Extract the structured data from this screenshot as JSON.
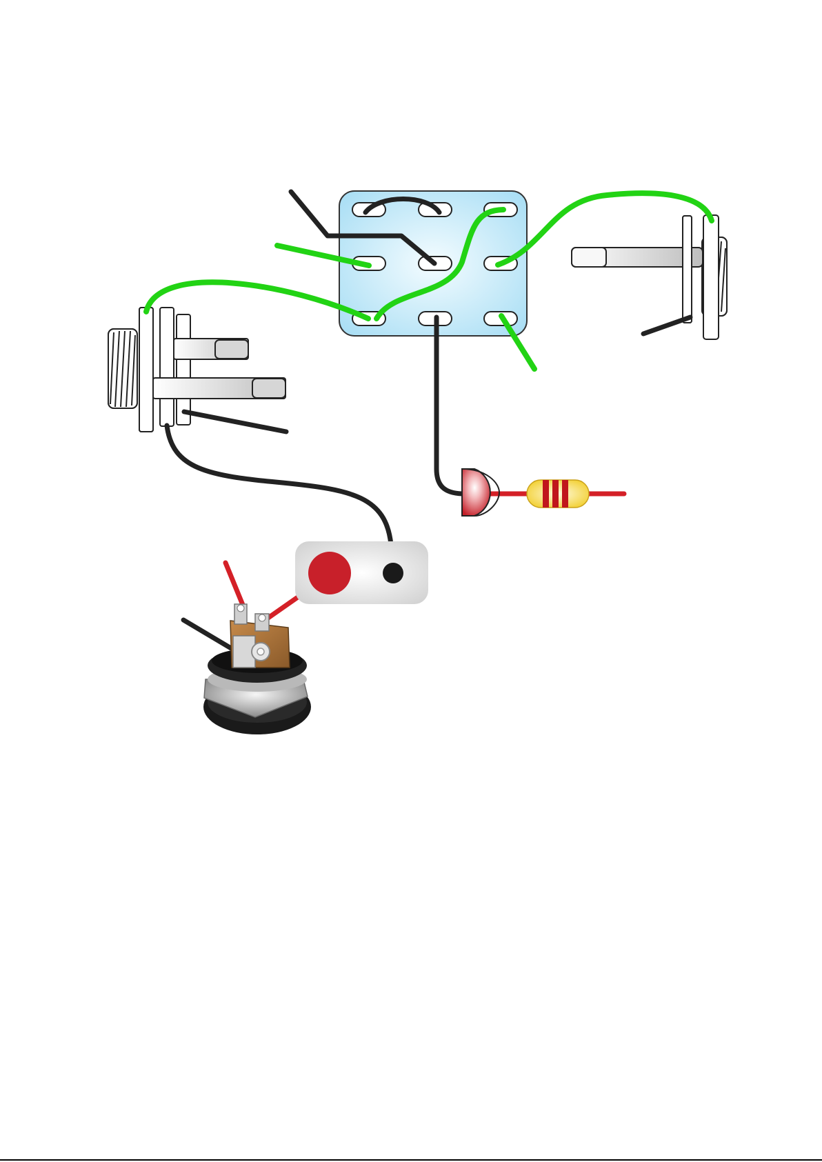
{
  "colors": {
    "background": "#ffffff",
    "wire_green": "#22d314",
    "wire_black": "#222222",
    "wire_red": "#d42027",
    "switch_fill_center": "#f2fbff",
    "switch_fill_edge": "#a9dff5",
    "led_fill": "#c8202a",
    "resistor_body": "#f3d43a",
    "resistor_band": "#c0161c",
    "power_panel": "#dcdcdc"
  },
  "components": {
    "switch": {
      "type": "3PDT footswitch",
      "lugs": 9
    },
    "input_jack": {
      "type": "1/4in stereo jack"
    },
    "output_jack": {
      "type": "1/4in mono jack"
    },
    "led": {
      "type": "LED"
    },
    "resistor": {
      "type": "resistor",
      "bands": 3
    },
    "dc_jack": {
      "type": "DC power jack"
    },
    "power_terminal": {
      "type": "power connector",
      "pads": [
        "positive",
        "ground"
      ]
    }
  }
}
